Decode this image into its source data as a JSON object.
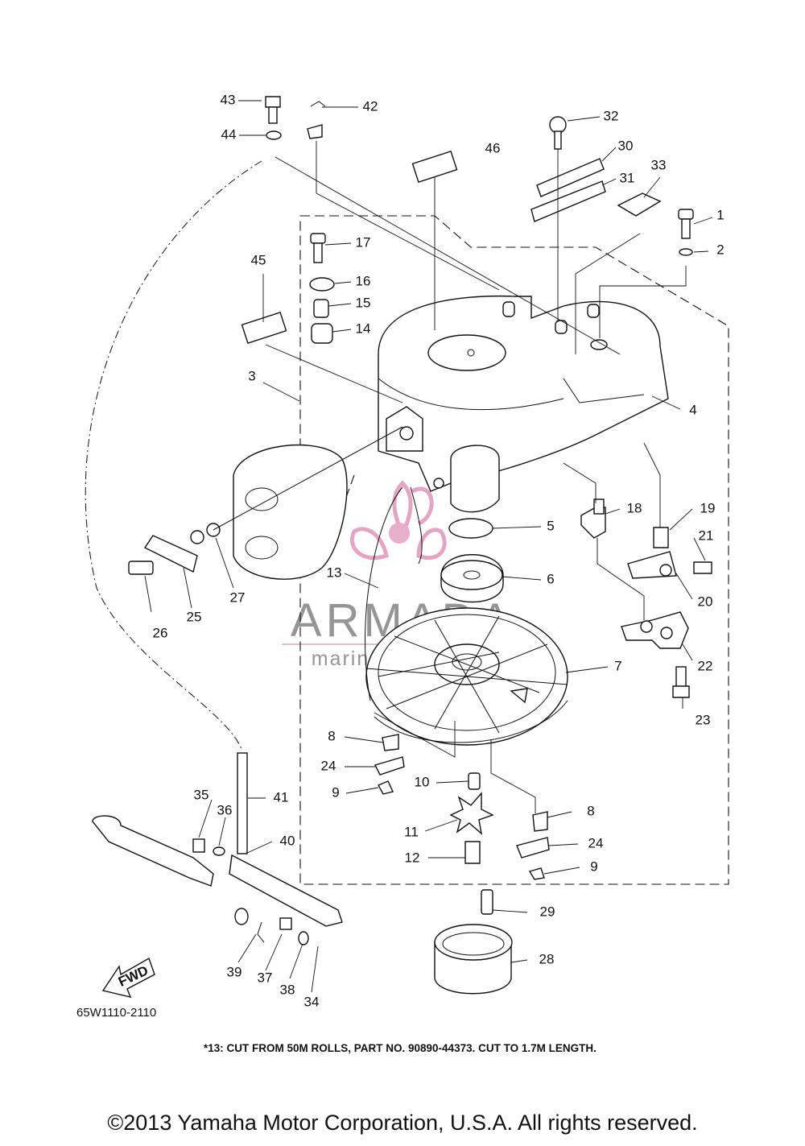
{
  "diagram": {
    "drawing_code": "65W1110-2110",
    "footnote": "*13:  CUT FROM 50M ROLLS, PART NO. 90890-44373. CUT TO 1.7M LENGTH.",
    "copyright": "©2013 Yamaha Motor Corporation, U.S.A. All rights reserved.",
    "direction_label": "FWD",
    "watermark": {
      "brand": "ARMADA",
      "tagline": "marine outboards"
    },
    "parts": [
      "1",
      "2",
      "3",
      "4",
      "5",
      "6",
      "7",
      "8",
      "8",
      "9",
      "9",
      "10",
      "11",
      "12",
      "13",
      "14",
      "15",
      "16",
      "17",
      "18",
      "19",
      "20",
      "21",
      "22",
      "23",
      "24",
      "24",
      "25",
      "26",
      "27",
      "28",
      "29",
      "30",
      "31",
      "32",
      "33",
      "34",
      "35",
      "36",
      "37",
      "38",
      "39",
      "40",
      "41",
      "42",
      "43",
      "44",
      "45",
      "46"
    ]
  }
}
